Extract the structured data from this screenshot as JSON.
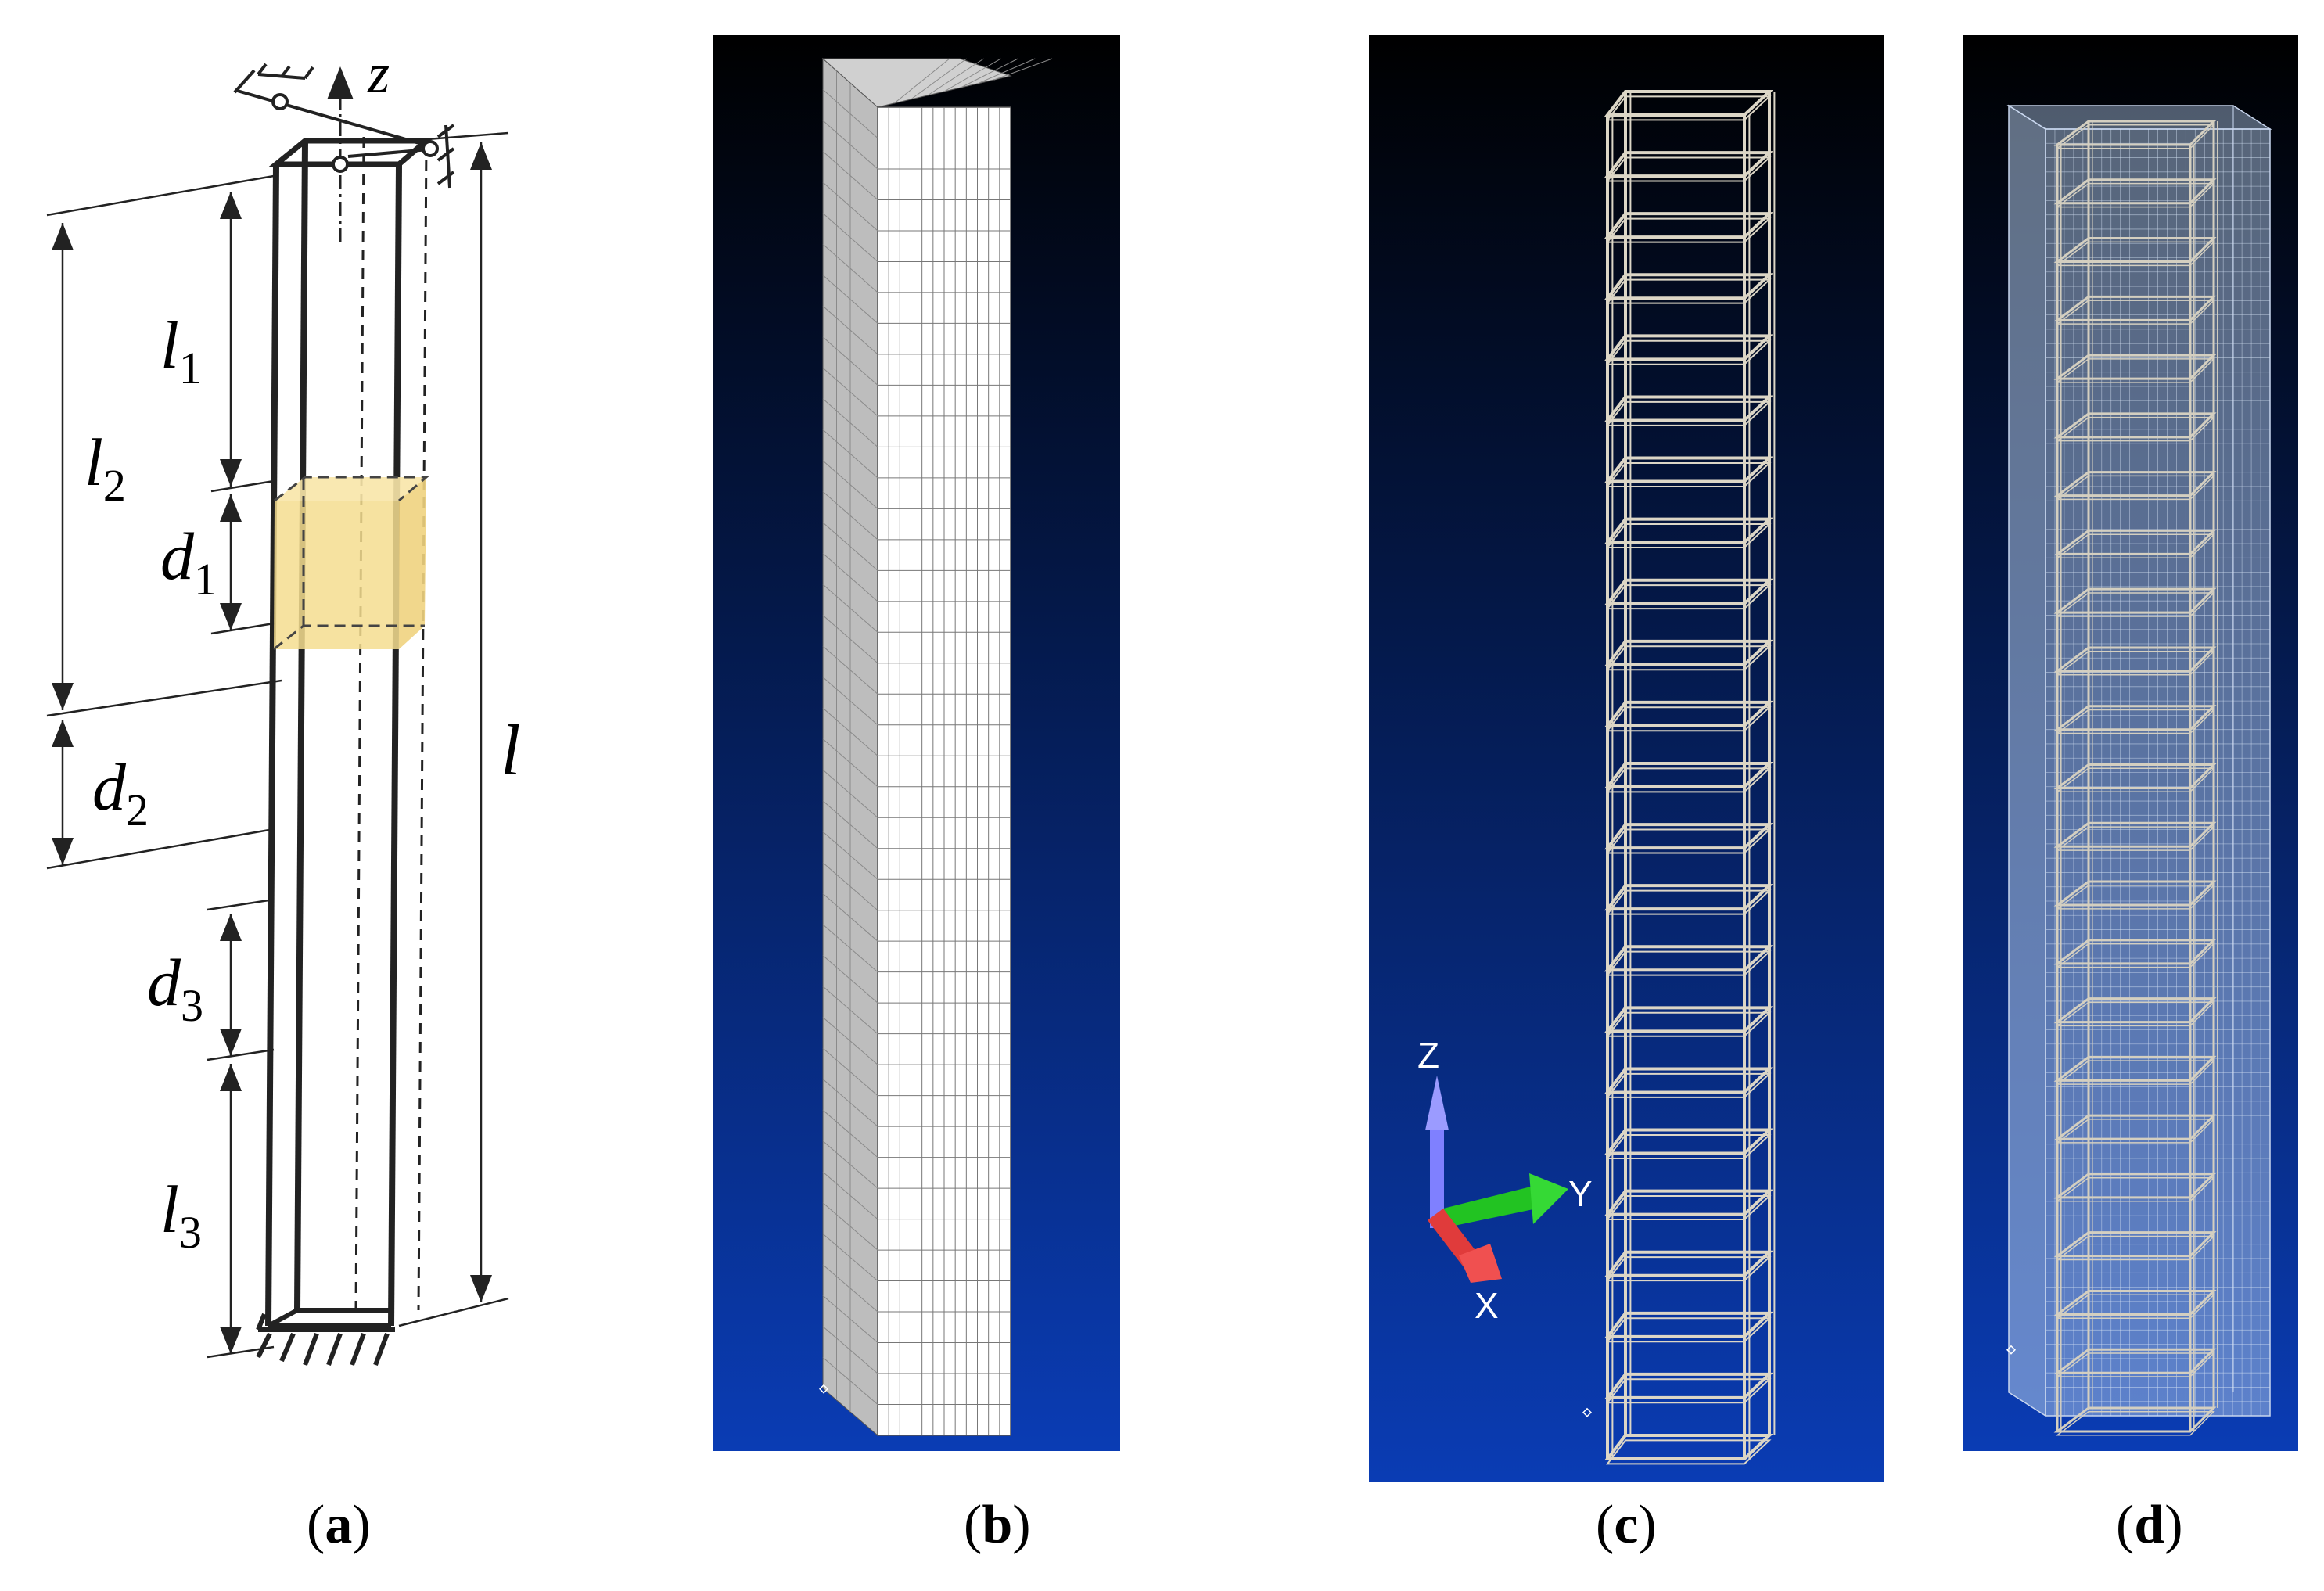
{
  "panel_a": {
    "z_label": "z",
    "dim_labels": {
      "l1_base": "l",
      "l1_sub": "1",
      "l2_base": "l",
      "l2_sub": "2",
      "d1_base": "d",
      "d1_sub": "1",
      "d2_base": "d",
      "d2_sub": "2",
      "d3_base": "d",
      "d3_sub": "3",
      "l3_base": "l",
      "l3_sub": "3",
      "l_base": "l"
    },
    "damage_fill": "#f5dd8f"
  },
  "panel_b": {
    "rows": 43,
    "cols": 12,
    "face_color": "#ffffff",
    "side_color": "#bdbdbd"
  },
  "panel_c": {
    "stirrups": 23,
    "rebar_color": "#dcd6c6",
    "axes": {
      "z": "Z",
      "y": "Y",
      "x": "X"
    },
    "axis_colors": {
      "z": "#7f80ff",
      "y": "#22c322",
      "x": "#e03b3b"
    }
  },
  "panel_d": {
    "stirrups": 23,
    "concrete_color": "#b0c8e8"
  },
  "background": {
    "top": "#000000",
    "bottom": "#0a3cb4"
  },
  "captions": {
    "a": {
      "open": "(",
      "letter": "a",
      "close": ")"
    },
    "b": {
      "open": "(",
      "letter": "b",
      "close": ")"
    },
    "c": {
      "open": "(",
      "letter": "c",
      "close": ")"
    },
    "d": {
      "open": "(",
      "letter": "d",
      "close": ")"
    }
  }
}
